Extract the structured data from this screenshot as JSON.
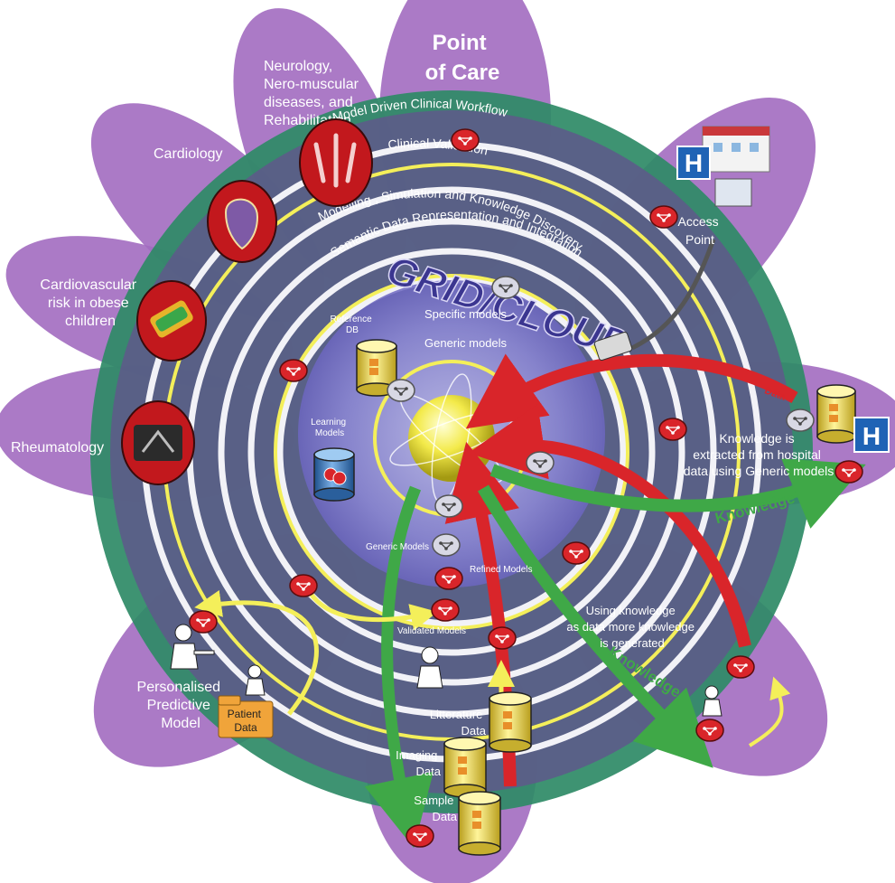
{
  "petals": {
    "point_of_care": [
      "Point",
      "of Care"
    ],
    "neurology": [
      "Neurology,",
      "Nero-muscular",
      "diseases, and",
      "Rehabilitation"
    ],
    "cardiology": "Cardiology",
    "cardiovascular": [
      "Cardiovascular",
      "risk in obese",
      "children"
    ],
    "rheumatology": "Rheumatology",
    "personalised": [
      "Personalised",
      "Predictive",
      "Model"
    ],
    "patient_data": [
      "Patient",
      "Data"
    ],
    "access_point": [
      "Access",
      "Point"
    ],
    "hospital_knowledge": [
      "Knowledge is",
      "extracted from hospital",
      "data using Generic models"
    ]
  },
  "rings": {
    "workflow": "Model Driven Clinical Workflow",
    "validation": "Clinical Validation",
    "modelling": "Modelling , Simulation and Knowledge Discovery",
    "semantic": "Semantic Data Representation and Integration"
  },
  "core": {
    "grid": "GRID/CLOUD",
    "specific": "Specific models",
    "generic": "Generic models"
  },
  "labels": {
    "reference_db": [
      "Reference",
      "DB"
    ],
    "learning_models": [
      "Learning",
      "Models"
    ],
    "generic_models": "Generic Models",
    "refined_models": "Refined Models",
    "validated_models": "Validated Models",
    "using_knowledge": [
      "Using knowledge",
      "as data more knowledge",
      "is generated"
    ],
    "knowledge": "Knowledge",
    "data_arrow": "Data",
    "litterature": [
      "Litterature",
      "Data"
    ],
    "imaging": [
      "Imaging",
      "Data"
    ],
    "sample": [
      "Sample",
      "Data"
    ],
    "hospital_letter": "H"
  },
  "colors": {
    "petal": "#a26cc0",
    "ring_dark": "#5d5a8a",
    "ring_green": "#2e8a66",
    "ring_white": "#f2f2f7",
    "yellow": "#f4ef5a",
    "red_arrow": "#d9252a",
    "green_arrow": "#3fa847",
    "core_blue": "#6b66c9",
    "hospital_blue": "#1f63b5"
  },
  "icons": {
    "model_node": "red-model-node-icon",
    "ghost_node": "grey-model-node-icon",
    "database": "database-cylinder-icon",
    "hospital": "hospital-building-icon",
    "core": "knowledge-core-sphere-icon",
    "connector": "network-cable-icon",
    "doctor": "doctor-figure-icon"
  }
}
